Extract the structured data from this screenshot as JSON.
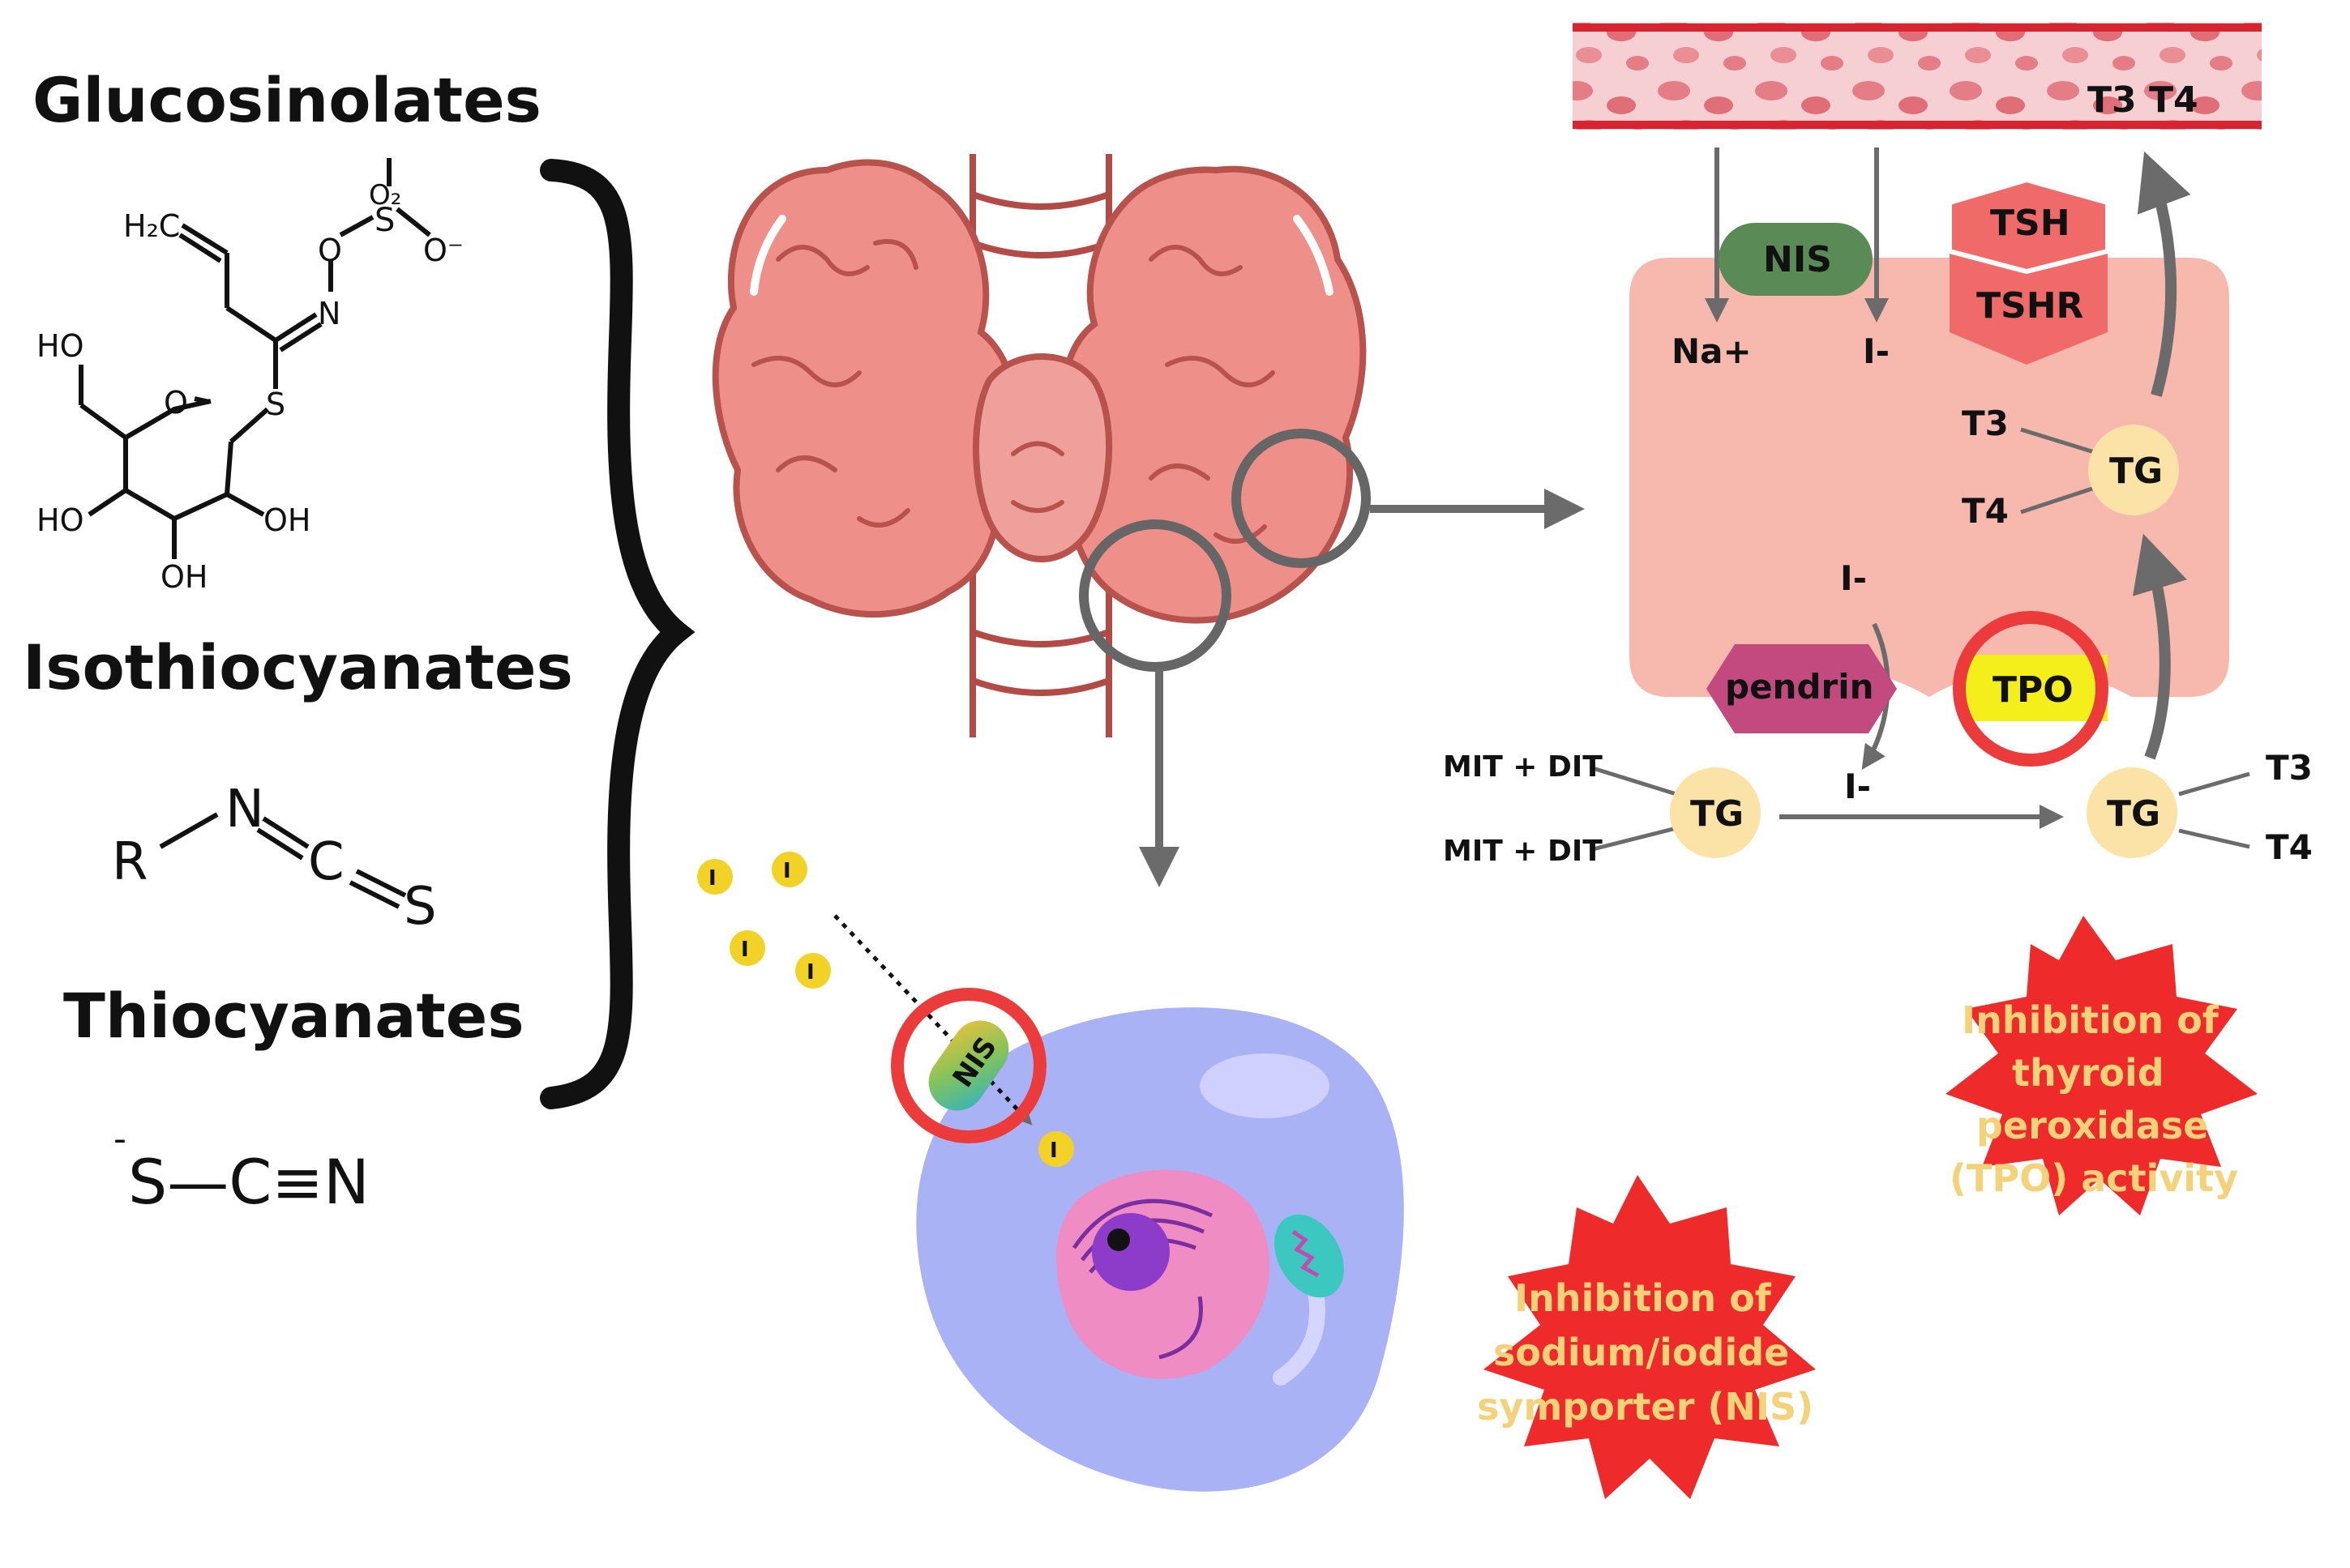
{
  "headings": {
    "glucosinolates": "Glucosinolates",
    "isothiocyanates": "Isothiocyanates",
    "thiocyanates": "Thiocyanates"
  },
  "glucosinolate_atoms": {
    "h2c": "H₂C",
    "o2": "O₂",
    "s": "S",
    "o_minus": "O⁻",
    "o_link": "O",
    "n": "N",
    "s_thio": "S",
    "ho_top": "HO",
    "ring_o": "O",
    "ho_left": "HO",
    "oh_right": "OH",
    "oh_bottom": "OH"
  },
  "isothiocyanate_atoms": {
    "r": "R",
    "n": "N",
    "c": "C",
    "s": "S"
  },
  "thiocyanate_formula": {
    "charge": "-",
    "formula": "S—C≡N"
  },
  "bloodstream": {
    "label": "T3 T4"
  },
  "follicle_cell": {
    "nis": "NIS",
    "na": "Na+",
    "iodide_top": "I-",
    "tsh": "TSH",
    "tshr": "TSHR",
    "t3": "T3",
    "t4": "T4",
    "tg": "TG",
    "iodide_mid": "I-",
    "pendrin": "pendrin",
    "tpo": "TPO"
  },
  "colloid": {
    "mit_dit_1": "MIT + DIT",
    "mit_dit_2": "MIT + DIT",
    "tg_left": "TG",
    "iodide": "I-",
    "tg_right": "TG",
    "t3": "T3",
    "t4": "T4"
  },
  "iodine_cell": {
    "iodine_symbol": "I",
    "nis": "NIS"
  },
  "callouts": {
    "tpo_lines": [
      "Inhibition of",
      "thyroid",
      "peroxidase",
      "(TPO) activity"
    ],
    "nis_lines": [
      "Inhibition of",
      "sodium/iodide",
      "symporter (NIS)"
    ]
  },
  "colors": {
    "thyroid": "#ef8f8a",
    "thyroid_dark": "#b8524d",
    "cell_pink": "#f7b8ae",
    "nis_green": "#5a8a55",
    "tsh_red": "#f06a6a",
    "pendrin": "#c24a7e",
    "tpo_yellow": "#f4ef1a",
    "tg_cream": "#fbe3a8",
    "burst_red": "#ee2a2a",
    "cell_blue": "#a9b2f5",
    "iodine_yellow": "#f2d226"
  }
}
